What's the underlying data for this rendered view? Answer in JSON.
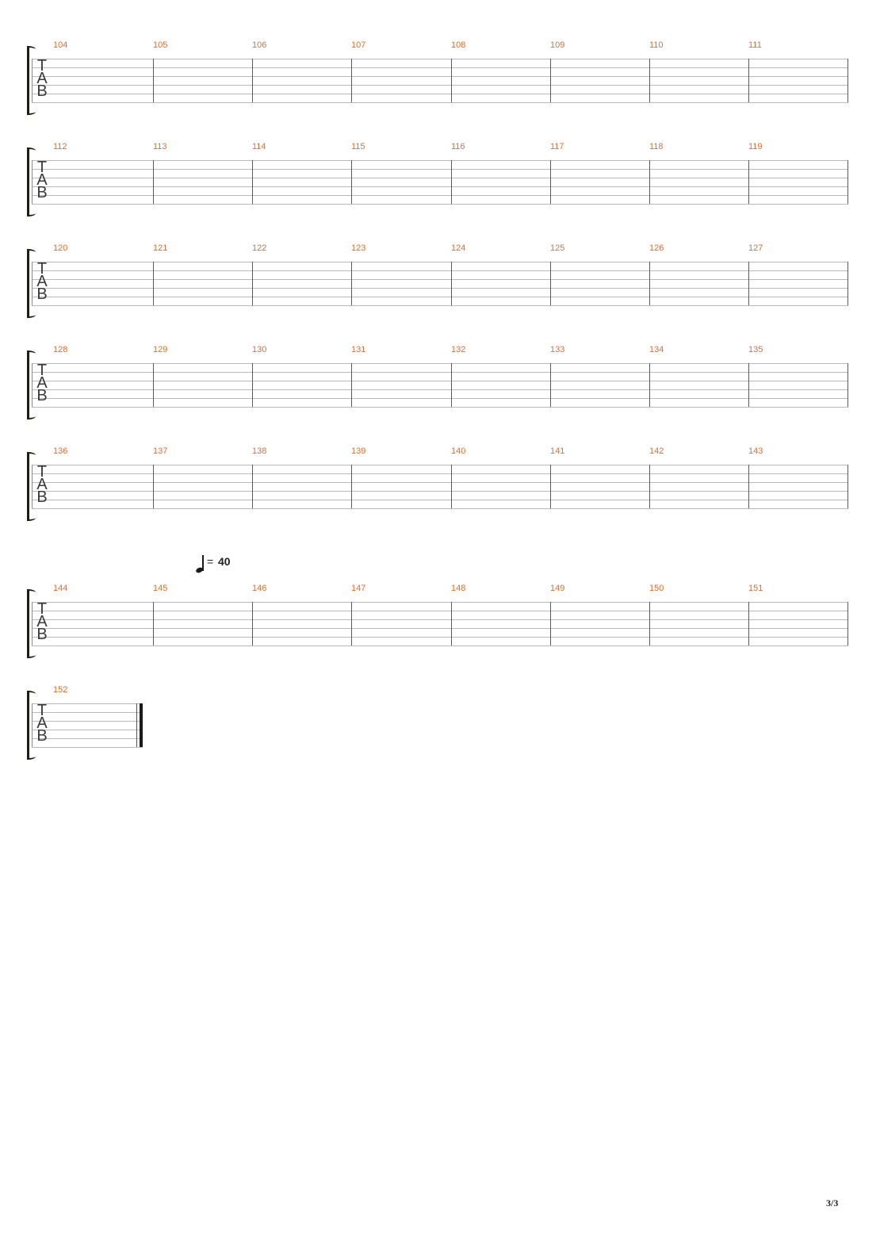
{
  "document": {
    "type": "guitar-tablature-page",
    "page_number": "3/3",
    "tab_clef_letters": [
      "T",
      "A",
      "B"
    ],
    "tempo_marking": {
      "note": "quarter",
      "equals": "=",
      "bpm": "40",
      "placed_above_measure": "145"
    },
    "systems": [
      {
        "measures": [
          "104",
          "105",
          "106",
          "107",
          "108",
          "109",
          "110",
          "111"
        ]
      },
      {
        "measures": [
          "112",
          "113",
          "114",
          "115",
          "116",
          "117",
          "118",
          "119"
        ]
      },
      {
        "measures": [
          "120",
          "121",
          "122",
          "123",
          "124",
          "125",
          "126",
          "127"
        ]
      },
      {
        "measures": [
          "128",
          "129",
          "130",
          "131",
          "132",
          "133",
          "134",
          "135"
        ]
      },
      {
        "measures": [
          "136",
          "137",
          "138",
          "139",
          "140",
          "141",
          "142",
          "143"
        ]
      },
      {
        "measures": [
          "144",
          "145",
          "146",
          "147",
          "148",
          "149",
          "150",
          "151"
        ]
      },
      {
        "measures": [
          "152"
        ],
        "ends_with_final_barline": true
      }
    ],
    "colors": {
      "measure_number": "#ea6a2a",
      "staff_line": "#b9b9b9",
      "barline": "#5a5a5a",
      "bracket": "#1d1d16"
    }
  }
}
